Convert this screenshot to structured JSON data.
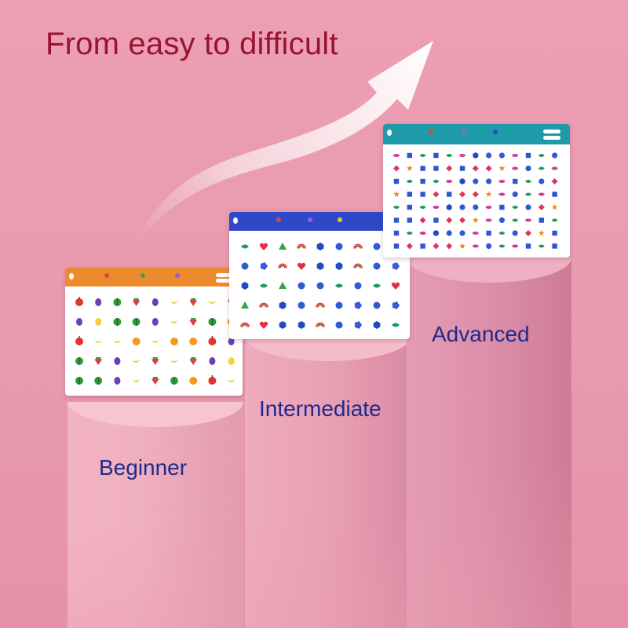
{
  "headline": "From easy to difficult",
  "levels": {
    "beginner": "Beginner",
    "intermediate": "Intermediate",
    "advanced": "Advanced"
  },
  "colors": {
    "headline": "#9a1233",
    "level_text": "#1e2a8c",
    "beginner_bar": "#ee8a2e",
    "intermediate_bar": "#2d48c8",
    "advanced_bar": "#1f9aa8"
  },
  "cards": {
    "beginner": {
      "theme": "fruits",
      "icons": [
        "apple-icon",
        "banana-icon",
        "watermelon-icon",
        "orange-icon",
        "grapes-icon",
        "strawberry-icon",
        "lemon-icon"
      ]
    },
    "intermediate": {
      "theme": "shapes",
      "icons": [
        "circle-icon",
        "triangle-icon",
        "heart-icon",
        "flower-icon",
        "rainbow-icon",
        "leaf-icon",
        "hexagon-icon"
      ]
    },
    "advanced": {
      "theme": "shapes",
      "icons": [
        "star-icon",
        "square-icon",
        "circle-icon",
        "diamond-icon",
        "lips-icon",
        "leaf-icon",
        "hexagon-icon"
      ]
    }
  }
}
